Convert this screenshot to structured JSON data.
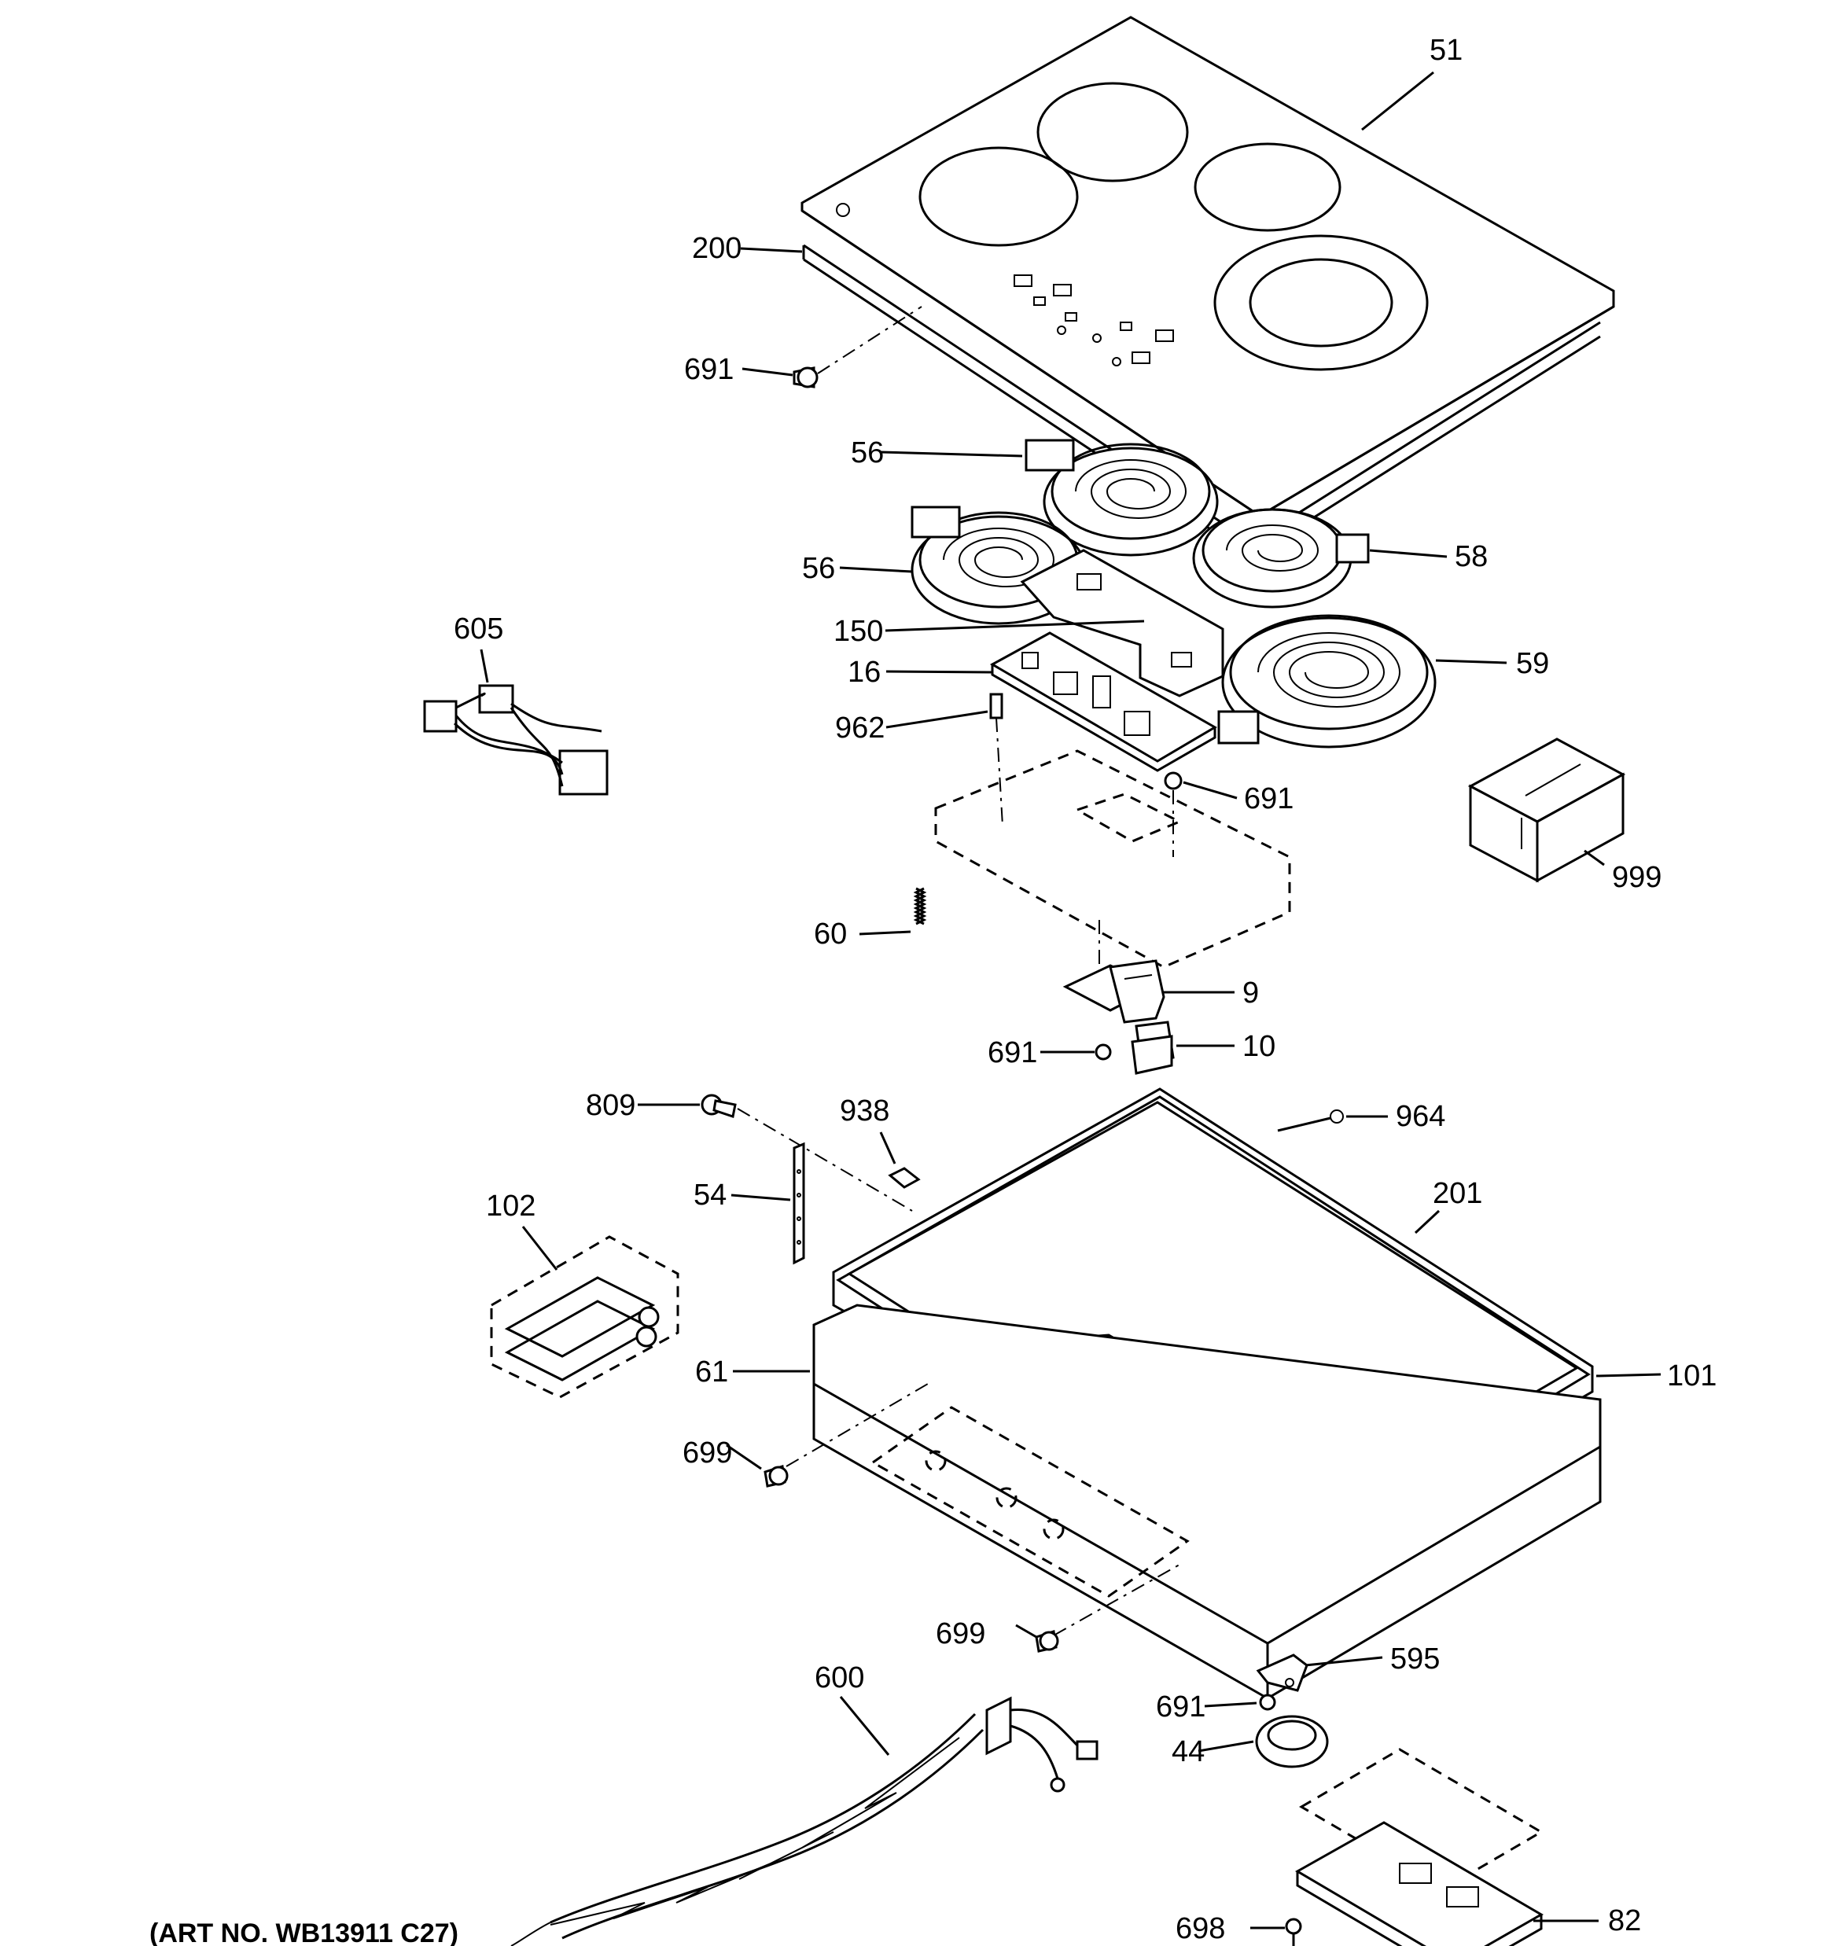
{
  "colors": {
    "line": "#000000",
    "background": "#ffffff"
  },
  "callouts": [
    "51",
    "200",
    "691",
    "56",
    "56",
    "58",
    "150",
    "16",
    "59",
    "962",
    "605",
    "691",
    "999",
    "60",
    "9",
    "691",
    "10",
    "809",
    "938",
    "964",
    "54",
    "201",
    "102",
    "61",
    "101",
    "699",
    "699",
    "595",
    "600",
    "691",
    "44",
    "698",
    "82"
  ],
  "caption": "(ART NO. WB13911 C27)"
}
